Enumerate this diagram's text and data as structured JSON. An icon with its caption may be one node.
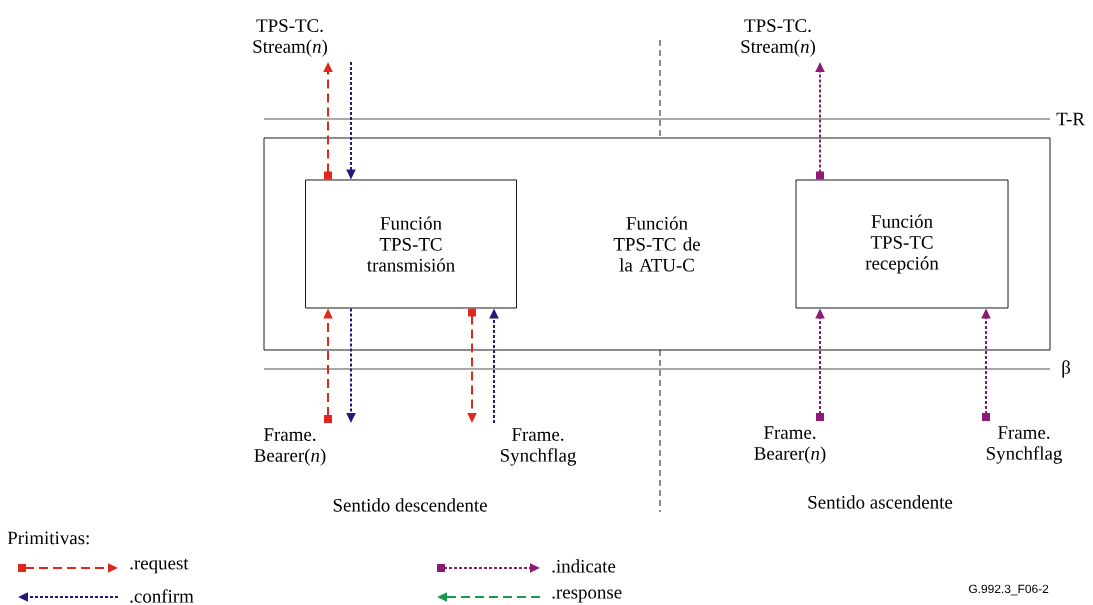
{
  "diagram": {
    "nodes": [
      {
        "text": [
          "Función TPS-TC de la ATU-C"
        ]
      },
      {
        "text": [
          "Función TPS-TC transmisión"
        ],
        "in": 0
      },
      {
        "text": [
          "Función TPS-TC recepción"
        ],
        "in": 0
      },
      {
        "text": [
          "TPS-TC. Stream(*n*)"
        ]
      },
      {
        "text": [
          "Frame. Bearer(*n*)"
        ]
      },
      {
        "text": [
          "Frame. Synchflag"
        ]
      },
      {
        "text": [
          "TPS-TC. Stream(*n*)"
        ]
      },
      {
        "text": [
          "Frame. Bearer(*n*)"
        ]
      },
      {
        "text": [
          "Frame. Synchflag"
        ]
      }
    ],
    "edges": [
      {
        "from": 1,
        "to": 3,
        "arrow": "to",
        "style": "dashed",
        "color": "#e0281e"
      },
      {
        "from": 3,
        "to": 1,
        "arrow": "to",
        "style": "dashed",
        "color": "#24187a"
      },
      {
        "from": 4,
        "to": 1,
        "arrow": "to",
        "style": "dashed",
        "color": "#e0281e"
      },
      {
        "from": 1,
        "to": 4,
        "arrow": "to",
        "style": "dashed",
        "color": "#24187a"
      },
      {
        "from": 1,
        "to": 5,
        "arrow": "to",
        "style": "dashed",
        "color": "#e0281e"
      },
      {
        "from": 5,
        "to": 1,
        "arrow": "to",
        "style": "dashed",
        "color": "#24187a"
      },
      {
        "from": 2,
        "to": 6,
        "arrow": "to",
        "style": "dashed",
        "color": "#8e1a78"
      },
      {
        "from": 7,
        "to": 2,
        "arrow": "to",
        "style": "dashed",
        "color": "#8e1a78"
      },
      {
        "from": 8,
        "to": 2,
        "arrow": "to",
        "style": "dashed",
        "color": "#8e1a78"
      }
    ],
    "labels": [
      "T-R",
      "β",
      "Sentido descendente",
      "Sentido ascendente",
      "Primitivas:",
      "G.992.3_F06-2"
    ],
    "legend": [
      {
        "text": ".request"
      },
      {
        "text": ".indicate"
      },
      {
        "text": ".confirm"
      },
      {
        "text": ".response"
      }
    ]
  }
}
